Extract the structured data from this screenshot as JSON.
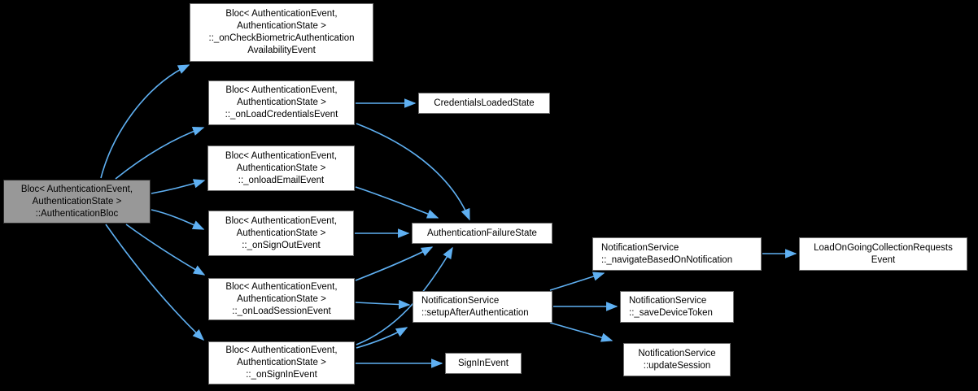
{
  "diagram_type": "call-graph",
  "colors": {
    "background": "#000000",
    "edge": "#5fb0f2",
    "node_fill": "#ffffff",
    "node_border": "#6e6e6e",
    "highlight_fill": "#989898",
    "highlight_border": "#2e2e2e",
    "text": "#000000"
  },
  "graph": {
    "nodes": [
      {
        "id": "authentication-bloc",
        "label": "Bloc< AuthenticationEvent,\nAuthenticationState >\n::AuthenticationBloc",
        "highlight": true
      },
      {
        "id": "on-check-biometric-authentication-availability-event",
        "label": "Bloc< AuthenticationEvent,\nAuthenticationState >\n::_onCheckBiometricAuthentication\nAvailabilityEvent",
        "highlight": false
      },
      {
        "id": "on-load-credentials-event",
        "label": "Bloc< AuthenticationEvent,\nAuthenticationState >\n::_onLoadCredentialsEvent",
        "highlight": false
      },
      {
        "id": "credentials-loaded-state",
        "label": "CredentialsLoadedState",
        "highlight": false
      },
      {
        "id": "onload-email-event",
        "label": "Bloc< AuthenticationEvent,\nAuthenticationState >\n::_onloadEmailEvent",
        "highlight": false
      },
      {
        "id": "on-sign-out-event",
        "label": "Bloc< AuthenticationEvent,\nAuthenticationState >\n::_onSignOutEvent",
        "highlight": false
      },
      {
        "id": "authentication-failure-state",
        "label": "AuthenticationFailureState",
        "highlight": false
      },
      {
        "id": "on-load-session-event",
        "label": "Bloc< AuthenticationEvent,\nAuthenticationState >\n::_onLoadSessionEvent",
        "highlight": false
      },
      {
        "id": "setup-after-authentication",
        "label": "NotificationService\n::setupAfterAuthentication",
        "highlight": false
      },
      {
        "id": "on-sign-in-event",
        "label": "Bloc< AuthenticationEvent,\nAuthenticationState >\n::_onSignInEvent",
        "highlight": false
      },
      {
        "id": "sign-in-event",
        "label": "SignInEvent",
        "highlight": false
      },
      {
        "id": "navigate-based-on-notification",
        "label": "NotificationService\n::_navigateBasedOnNotification",
        "highlight": false
      },
      {
        "id": "save-device-token",
        "label": "NotificationService\n::_saveDeviceToken",
        "highlight": false
      },
      {
        "id": "update-session",
        "label": "NotificationService\n::updateSession",
        "highlight": false
      },
      {
        "id": "load-on-going-collection-requests-event",
        "label": "LoadOnGoingCollectionRequests\nEvent",
        "highlight": false
      }
    ],
    "edges": [
      {
        "from": "authentication-bloc",
        "to": "on-check-biometric-authentication-availability-event"
      },
      {
        "from": "authentication-bloc",
        "to": "on-load-credentials-event"
      },
      {
        "from": "authentication-bloc",
        "to": "onload-email-event"
      },
      {
        "from": "authentication-bloc",
        "to": "on-sign-out-event"
      },
      {
        "from": "authentication-bloc",
        "to": "on-load-session-event"
      },
      {
        "from": "authentication-bloc",
        "to": "on-sign-in-event"
      },
      {
        "from": "on-load-credentials-event",
        "to": "credentials-loaded-state"
      },
      {
        "from": "on-load-credentials-event",
        "to": "authentication-failure-state"
      },
      {
        "from": "onload-email-event",
        "to": "authentication-failure-state"
      },
      {
        "from": "on-sign-out-event",
        "to": "authentication-failure-state"
      },
      {
        "from": "on-load-session-event",
        "to": "authentication-failure-state"
      },
      {
        "from": "on-load-session-event",
        "to": "setup-after-authentication"
      },
      {
        "from": "on-sign-in-event",
        "to": "authentication-failure-state"
      },
      {
        "from": "on-sign-in-event",
        "to": "setup-after-authentication"
      },
      {
        "from": "on-sign-in-event",
        "to": "sign-in-event"
      },
      {
        "from": "setup-after-authentication",
        "to": "navigate-based-on-notification"
      },
      {
        "from": "setup-after-authentication",
        "to": "save-device-token"
      },
      {
        "from": "setup-after-authentication",
        "to": "update-session"
      },
      {
        "from": "navigate-based-on-notification",
        "to": "load-on-going-collection-requests-event"
      }
    ]
  }
}
